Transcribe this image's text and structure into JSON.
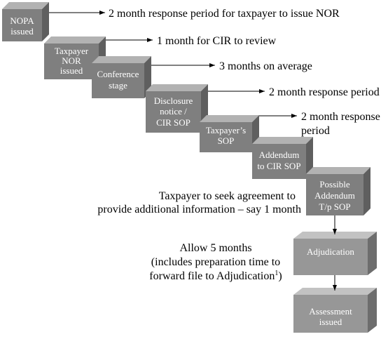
{
  "steps": [
    {
      "lines": [
        "NOPA",
        "issued"
      ]
    },
    {
      "lines": [
        "Taxpayer",
        "NOR",
        "issued"
      ]
    },
    {
      "lines": [
        "Conference",
        "stage"
      ]
    },
    {
      "lines": [
        "Disclosure",
        "notice /",
        "CIR SOP"
      ]
    },
    {
      "lines": [
        "Taxpayer’s",
        "SOP"
      ]
    },
    {
      "lines": [
        "Addendum",
        "to CIR SOP"
      ]
    },
    {
      "lines": [
        "Possible",
        "Addendum",
        "T/p SOP"
      ]
    },
    {
      "lines": [
        "Adjudication"
      ]
    },
    {
      "lines": [
        "Assessment",
        "issued"
      ]
    }
  ],
  "durations": [
    {
      "lines": [
        "2 month response period for taxpayer to issue NOR"
      ]
    },
    {
      "lines": [
        "1 month for CIR to review"
      ]
    },
    {
      "lines": [
        "3 months on average"
      ]
    },
    {
      "lines": [
        "2 month response period"
      ]
    },
    {
      "lines": [
        "2 month response",
        "period"
      ]
    }
  ],
  "notes": {
    "agreement": {
      "lines": [
        "Taxpayer to seek agreement to",
        "provide additional information – say 1 month"
      ]
    },
    "adjudication_time": {
      "lines": [
        "Allow 5 months",
        "(includes preparation time to",
        "forward file to Adjudication"
      ],
      "footnote_marker": "1",
      "closing": ")"
    }
  },
  "colors": {
    "background": "#ffffff",
    "text": "#000000",
    "box_text": "#ffffff",
    "box_front": "#7f7f7f",
    "box_top": "#b2b2b2",
    "box_side": "#5f5f5f",
    "box_front_light": "#979797",
    "box_top_light": "#c2c2c2",
    "box_side_light": "#6d6d6d"
  }
}
